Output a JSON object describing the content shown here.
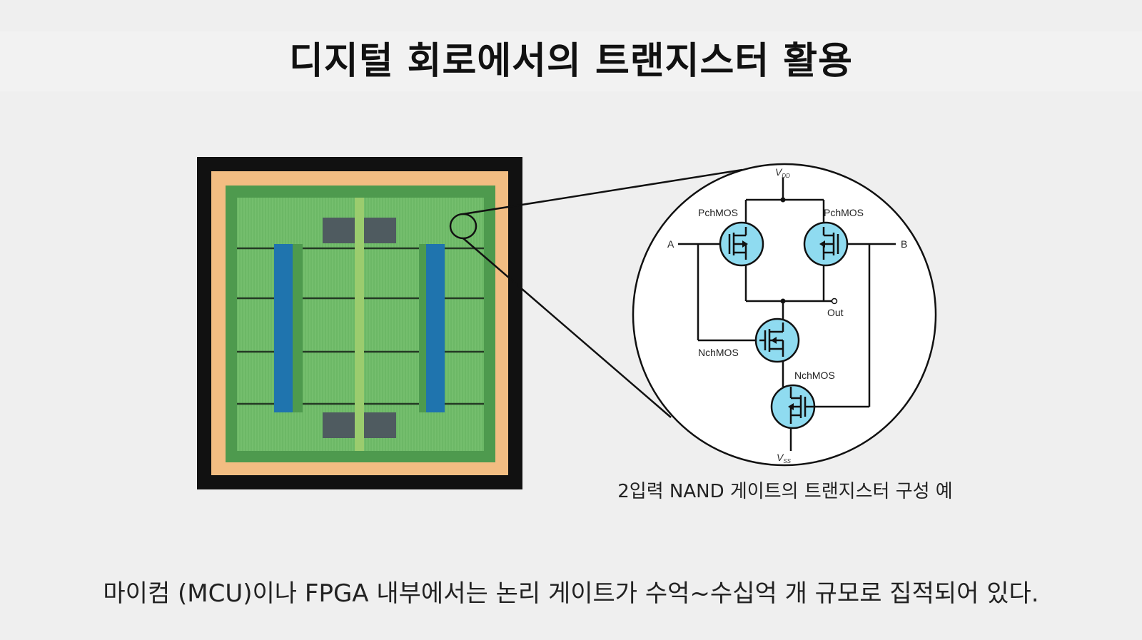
{
  "title": "디지털 회로에서의 트랜지스터 활용",
  "caption": "2입력 NAND 게이트의 트랜지스터 구성 예",
  "footer": "마이컴 (MCU)이나 FPGA 내부에서는 논리 게이트가 수억~수십억 개 규모로 집적되어 있다.",
  "circuit": {
    "vdd": "V",
    "vdd_sub": "DD",
    "vss": "V",
    "vss_sub": "SS",
    "pmos_left": "PchMOS",
    "pmos_right": "PchMOS",
    "nmos_top": "NchMOS",
    "nmos_bottom": "NchMOS",
    "input_a": "A",
    "input_b": "B",
    "output": "Out"
  },
  "colors": {
    "chip_frame": "#111111",
    "chip_pad": "#f2bd82",
    "die_border": "#4e9a4e",
    "die_fill": "#6cb866",
    "busbar": "#1f74ae",
    "pad_block": "#4f5b60",
    "center_bar": "#9bcc6e",
    "transistor_fill": "#8fdbf0"
  }
}
